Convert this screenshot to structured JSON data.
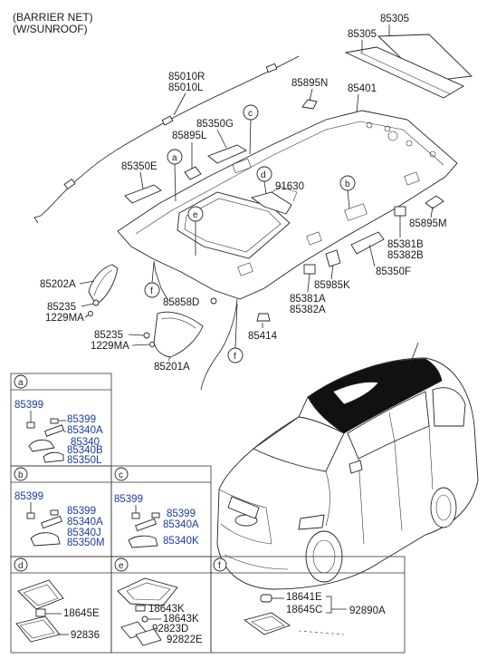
{
  "notes": [
    "(BARRIER NET)",
    "(W/SUNROOF)"
  ],
  "parts": {
    "p85305a": "85305",
    "p85305b": "85305",
    "p85010R": "85010R",
    "p85010L": "85010L",
    "p85895N": "85895N",
    "p85401": "85401",
    "p85350G": "85350G",
    "p85895L": "85895L",
    "p85350E": "85350E",
    "p91630": "91630",
    "p85895M": "85895M",
    "p85381B": "85381B",
    "p85382B": "85382B",
    "p85350F": "85350F",
    "p85985K": "85985K",
    "p85381A": "85381A",
    "p85382A": "85382A",
    "p85202A": "85202A",
    "p85235a": "85235",
    "p1229MAa": "1229MA",
    "p85858D": "85858D",
    "p85414": "85414",
    "p85235b": "85235",
    "p1229MAb": "1229MA",
    "p85201A": "85201A"
  },
  "callouts": [
    "a",
    "b",
    "c",
    "d",
    "e",
    "f"
  ],
  "detail_boxes": {
    "a": {
      "label": "a",
      "parts": [
        "85399",
        "85399",
        "85340A",
        "85340",
        "85340B",
        "85350L"
      ]
    },
    "b": {
      "label": "b",
      "parts": [
        "85399",
        "85399",
        "85340A",
        "85340J",
        "85350M"
      ]
    },
    "c": {
      "label": "c",
      "parts": [
        "85399",
        "85399",
        "85340A",
        "85340K"
      ]
    },
    "d": {
      "label": "d",
      "parts": [
        "18645E",
        "92836"
      ]
    },
    "e": {
      "label": "e",
      "parts": [
        "18643K",
        "18643K",
        "92823D",
        "92822E"
      ]
    },
    "f": {
      "label": "f",
      "parts": [
        "18641E",
        "18645C",
        "92890A"
      ]
    }
  }
}
